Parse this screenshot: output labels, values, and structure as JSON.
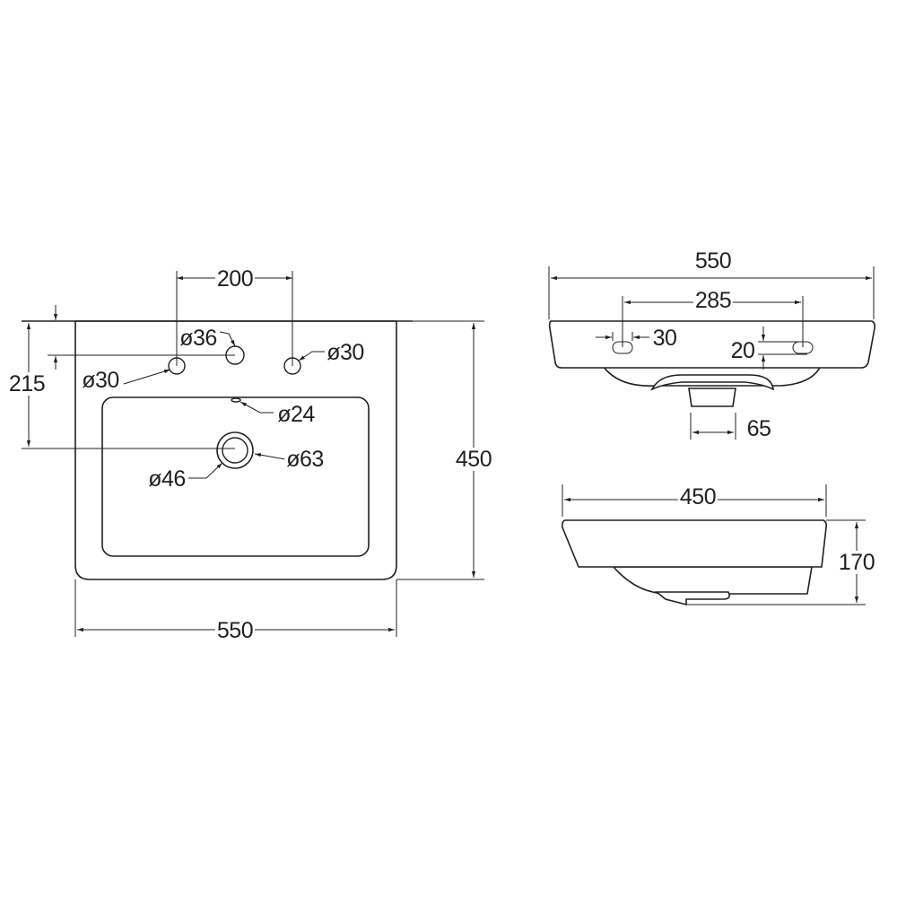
{
  "colors": {
    "line": "#231f20",
    "background": "#ffffff"
  },
  "plan_view": {
    "width": "550",
    "depth": "450",
    "tap_spacing": "200",
    "drain_offset": "215",
    "hole_left": "ø30",
    "hole_center": "ø36",
    "hole_right": "ø30",
    "overflow": "ø24",
    "drain_outer": "ø63",
    "drain_inner": "ø46"
  },
  "front_view": {
    "width": "550",
    "fixing_spacing": "285",
    "slot_width": "30",
    "slot_height": "20",
    "waste_width": "65"
  },
  "side_view": {
    "depth": "450",
    "height": "170"
  }
}
